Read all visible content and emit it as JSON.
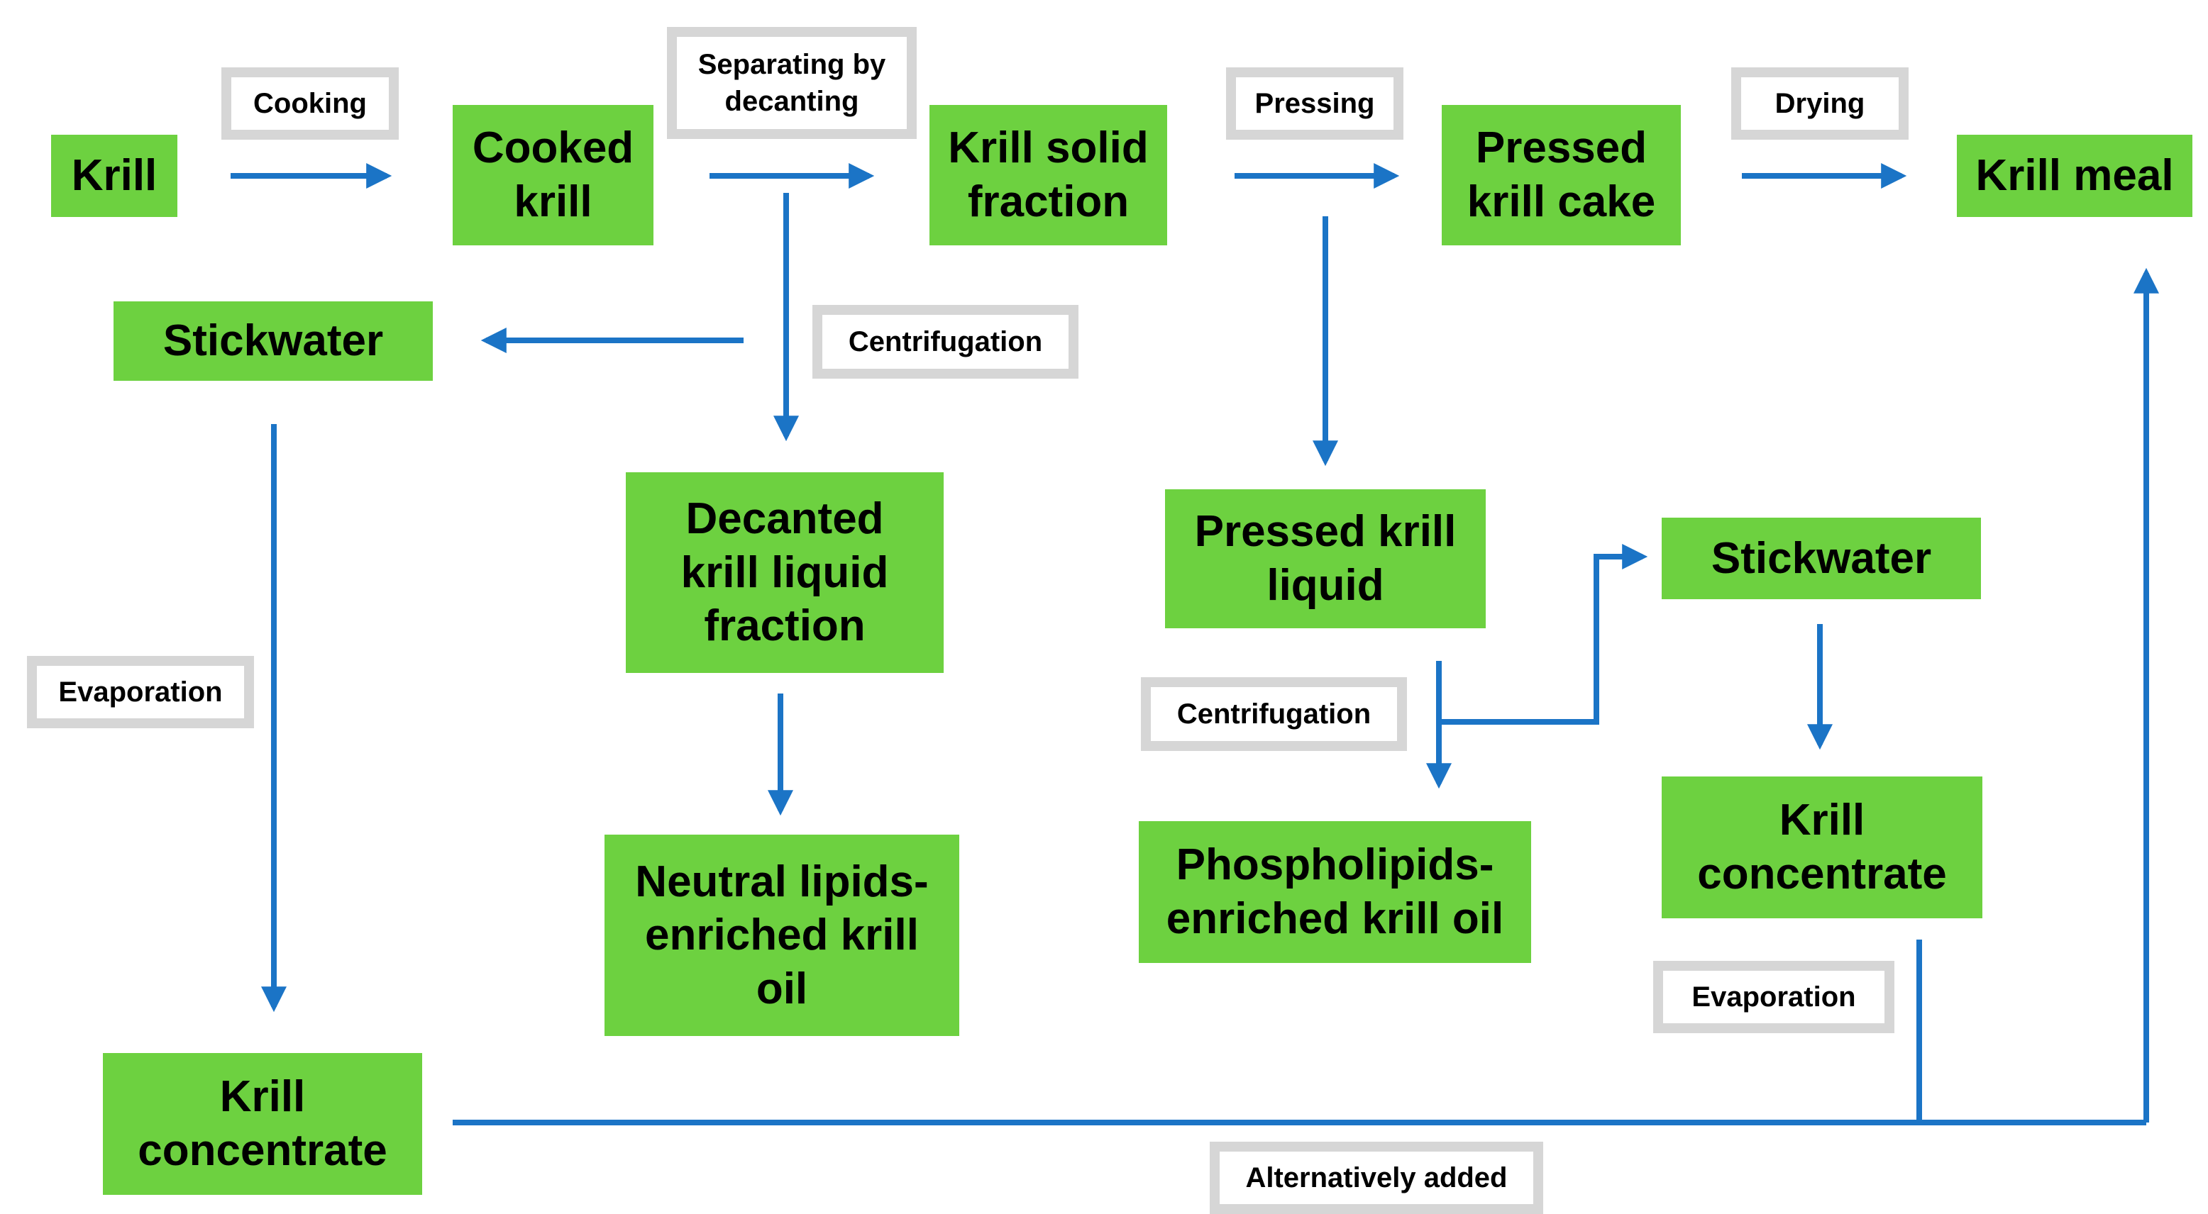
{
  "colors": {
    "node_fill": "#6dd140",
    "arrow": "#1b74c6",
    "label_border": "#d6d6d6"
  },
  "nodes": {
    "krill": "Krill",
    "cooked_krill": "Cooked\nkrill",
    "krill_solid_fraction": "Krill solid\nfraction",
    "pressed_krill_cake": "Pressed\nkrill cake",
    "krill_meal": "Krill meal",
    "stickwater_left": "Stickwater",
    "decanted_liquid": "Decanted\nkrill liquid\nfraction",
    "pressed_krill_liquid": "Pressed krill\nliquid",
    "stickwater_right": "Stickwater",
    "neutral_lipids_oil": "Neutral lipids-\nenriched krill\noil",
    "phospholipids_oil": "Phospholipids-\nenriched krill oil",
    "krill_concentrate_right": "Krill\nconcentrate",
    "krill_concentrate_left": "Krill\nconcentrate"
  },
  "labels": {
    "cooking": "Cooking",
    "separating": "Separating by\ndecanting",
    "pressing": "Pressing",
    "drying": "Drying",
    "centrifugation_left": "Centrifugation",
    "centrifugation_right": "Centrifugation",
    "evaporation_left": "Evaporation",
    "evaporation_right": "Evaporation",
    "alternatively_added": "Alternatively added"
  }
}
